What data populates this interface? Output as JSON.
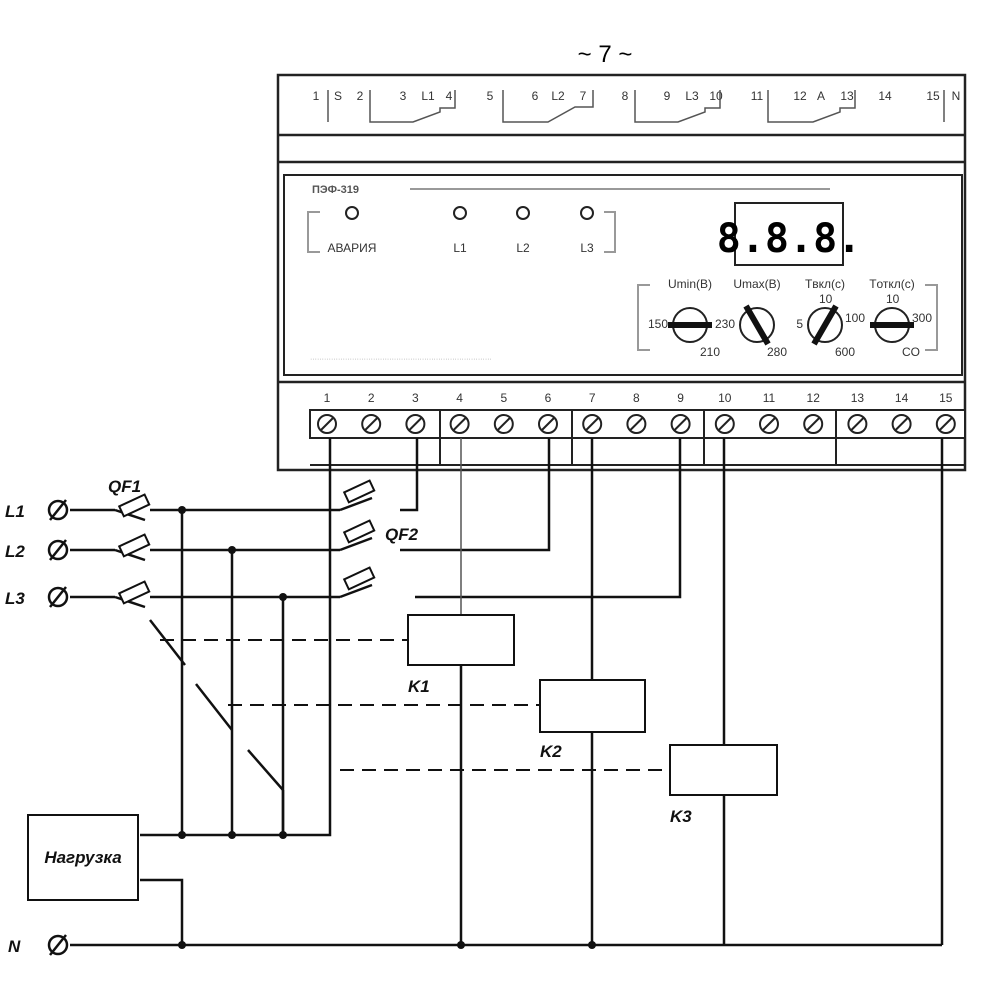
{
  "title": "~ 7 ~",
  "top_terminals": [
    "1",
    "S",
    "2",
    "3",
    "L1",
    "4",
    "5",
    "6",
    "L2",
    "7",
    "8",
    "9",
    "L3",
    "10",
    "11",
    "12",
    "A",
    "13",
    "14",
    "15",
    "N"
  ],
  "panel": {
    "model": "ПЭФ-319",
    "leds": [
      "АВАРИЯ",
      "L1",
      "L2",
      "L3"
    ],
    "display": "8.8.8.",
    "knobs": [
      {
        "label": "Umin(В)",
        "left": "150",
        "bottom": "210"
      },
      {
        "label": "Umax(В)",
        "left": "230",
        "bottom": "280"
      },
      {
        "label": "Tвкл(с)",
        "left": "5",
        "top": "10",
        "right": "100",
        "bottom": "600"
      },
      {
        "label": "Tоткл(с)",
        "top": "10",
        "right": "300",
        "bottom": "CO"
      }
    ]
  },
  "bottom_terminals": [
    "1",
    "2",
    "3",
    "4",
    "5",
    "6",
    "7",
    "8",
    "9",
    "10",
    "11",
    "12",
    "13",
    "14",
    "15"
  ],
  "labels": {
    "qf1": "QF1",
    "qf2": "QF2",
    "l1": "L1",
    "l2": "L2",
    "l3": "L3",
    "n": "N",
    "k1": "K1",
    "k2": "K2",
    "k3": "K3",
    "load": "Нагрузка"
  }
}
